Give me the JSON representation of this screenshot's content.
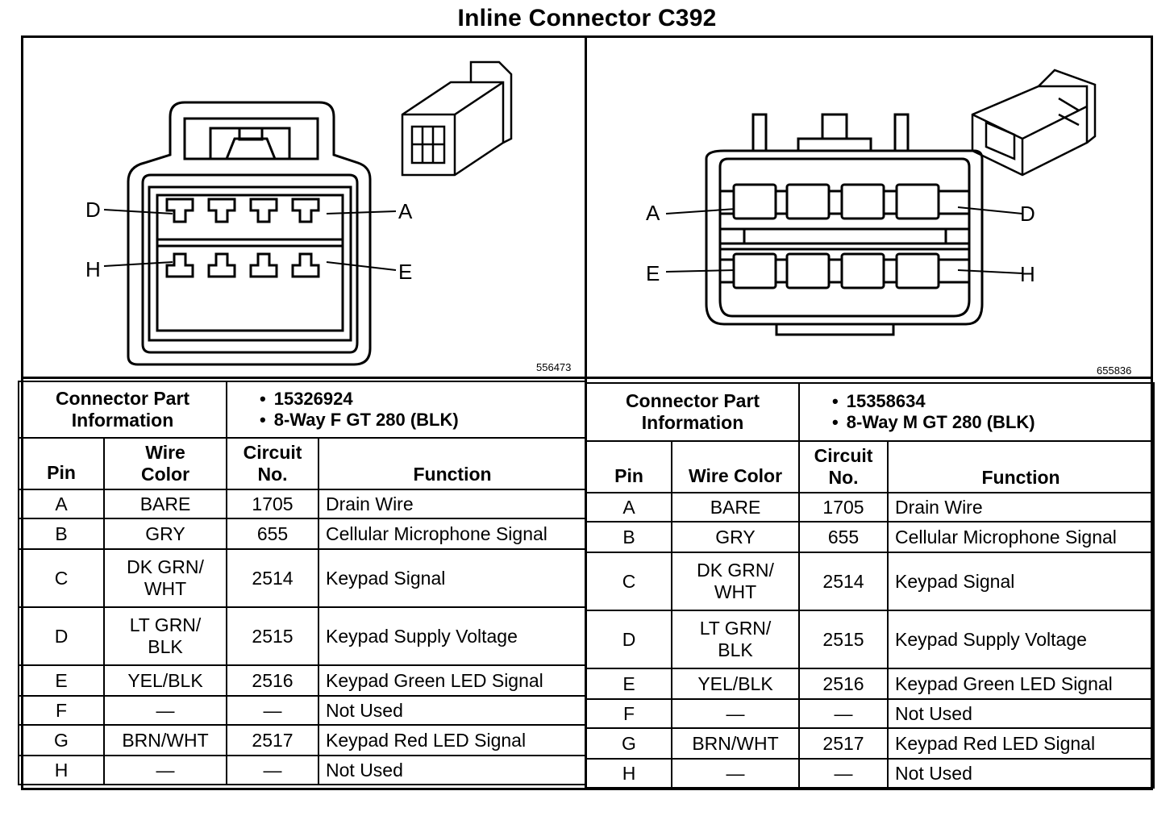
{
  "title": "Inline Connector C392",
  "left": {
    "figure_id": "556473",
    "labels": {
      "d": "D",
      "a": "A",
      "h": "H",
      "e": "E"
    },
    "info_label_1": "Connector Part",
    "info_label_2": "Information",
    "part_number": "15326924",
    "part_desc": "8-Way F GT 280 (BLK)",
    "headers": {
      "pin": "Pin",
      "wire1": "Wire",
      "wire2": "Color",
      "circuit1": "Circuit",
      "circuit2": "No.",
      "function": "Function"
    },
    "rows": [
      {
        "pin": "A",
        "w1": "BARE",
        "w2": "",
        "circuit": "1705",
        "function": "Drain Wire"
      },
      {
        "pin": "B",
        "w1": "GRY",
        "w2": "",
        "circuit": "655",
        "function": "Cellular Microphone Signal"
      },
      {
        "pin": "C",
        "w1": "DK GRN/",
        "w2": "WHT",
        "circuit": "2514",
        "function": "Keypad Signal"
      },
      {
        "pin": "D",
        "w1": "LT GRN/",
        "w2": "BLK",
        "circuit": "2515",
        "function": "Keypad Supply Voltage"
      },
      {
        "pin": "E",
        "w1": "YEL/BLK",
        "w2": "",
        "circuit": "2516",
        "function": "Keypad Green LED Signal"
      },
      {
        "pin": "F",
        "w1": "—",
        "w2": "",
        "circuit": "—",
        "function": "Not Used"
      },
      {
        "pin": "G",
        "w1": "BRN/WHT",
        "w2": "",
        "circuit": "2517",
        "function": "Keypad Red LED Signal"
      },
      {
        "pin": "H",
        "w1": "—",
        "w2": "",
        "circuit": "—",
        "function": "Not Used"
      }
    ]
  },
  "right": {
    "figure_id": "655836",
    "labels": {
      "a": "A",
      "d": "D",
      "e": "E",
      "h": "H"
    },
    "info_label_1": "Connector Part",
    "info_label_2": "Information",
    "part_number": "15358634",
    "part_desc": "8-Way M GT 280 (BLK)",
    "headers": {
      "pin": "Pin",
      "wire": "Wire Color",
      "circuit1": "Circuit",
      "circuit2": "No.",
      "function": "Function"
    },
    "rows": [
      {
        "pin": "A",
        "w1": "BARE",
        "w2": "",
        "circuit": "1705",
        "function": "Drain Wire"
      },
      {
        "pin": "B",
        "w1": "GRY",
        "w2": "",
        "circuit": "655",
        "function": "Cellular Microphone Signal"
      },
      {
        "pin": "C",
        "w1": "DK GRN/",
        "w2": "WHT",
        "circuit": "2514",
        "function": "Keypad Signal"
      },
      {
        "pin": "D",
        "w1": "LT GRN/",
        "w2": "BLK",
        "circuit": "2515",
        "function": "Keypad Supply Voltage"
      },
      {
        "pin": "E",
        "w1": "YEL/BLK",
        "w2": "",
        "circuit": "2516",
        "function": "Keypad Green LED Signal"
      },
      {
        "pin": "F",
        "w1": "—",
        "w2": "",
        "circuit": "—",
        "function": "Not Used"
      },
      {
        "pin": "G",
        "w1": "BRN/WHT",
        "w2": "",
        "circuit": "2517",
        "function": "Keypad Red LED Signal"
      },
      {
        "pin": "H",
        "w1": "—",
        "w2": "",
        "circuit": "—",
        "function": "Not Used"
      }
    ]
  }
}
